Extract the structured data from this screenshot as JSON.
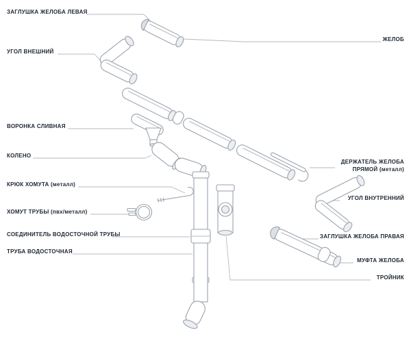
{
  "diagram": {
    "type": "exploded-parts-diagram",
    "subject": "gutter-and-downpipe-system",
    "labels_left": [
      {
        "text": "ЗАГЛУШКА ЖЕЛОБА ЛЕВАЯ",
        "part": "gutter-end-cap-left"
      },
      {
        "text": "УГОЛ ВНЕШНИЙ",
        "part": "outer-corner"
      },
      {
        "text": "ВОРОНКА СЛИВНАЯ",
        "part": "drain-funnel"
      },
      {
        "text": "КОЛЕНО",
        "part": "elbow"
      },
      {
        "text": "КРЮК ХОМУТА (металл)",
        "part": "clamp-hook-metal"
      },
      {
        "text": "ХОМУТ ТРУБЫ (пвх/металл)",
        "part": "pipe-clamp"
      },
      {
        "text": "СОЕДИНИТЕЛЬ ВОДОСТОЧНОЙ ТРУБЫ",
        "part": "downpipe-connector"
      },
      {
        "text": "ТРУБА ВОДОСТОЧНАЯ",
        "part": "downpipe"
      }
    ],
    "labels_right": [
      {
        "text": "ЖЕЛОБ",
        "part": "gutter"
      },
      {
        "text": "ДЕРЖАТЕЛЬ ЖЕЛОБА ПРЯМОЙ (металл)",
        "part": "gutter-bracket-straight-metal"
      },
      {
        "text": "УГОЛ ВНУТРЕННИЙ",
        "part": "inner-corner"
      },
      {
        "text": "ЗАГЛУШКА ЖЕЛОБА ПРАВАЯ",
        "part": "gutter-end-cap-right"
      },
      {
        "text": "МУФТА ЖЕЛОБА",
        "part": "gutter-coupling"
      },
      {
        "text": "ТРОЙНИК",
        "part": "tee"
      }
    ]
  },
  "colors": {
    "line": "#9aa2ac",
    "leader": "#b3bac1",
    "text": "#1e2733",
    "fill_light": "#eceef1",
    "fill_shade": "#dde1e6",
    "bg": "#ffffff"
  }
}
